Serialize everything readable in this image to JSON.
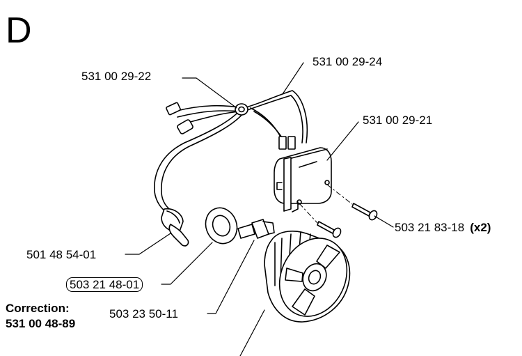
{
  "section_letter": "D",
  "parts": [
    {
      "number": "531 00 29-22"
    },
    {
      "number": "531 00 29-24"
    },
    {
      "number": "531 00 29-21"
    },
    {
      "number": "503 21 83-18",
      "quantity": "(x2)"
    },
    {
      "number": "501 48 54-01"
    },
    {
      "number": "503 21 48-01"
    },
    {
      "number": "503 23 50-11"
    }
  ],
  "correction": {
    "heading": "Correction:",
    "number": "531 00 48-89"
  }
}
